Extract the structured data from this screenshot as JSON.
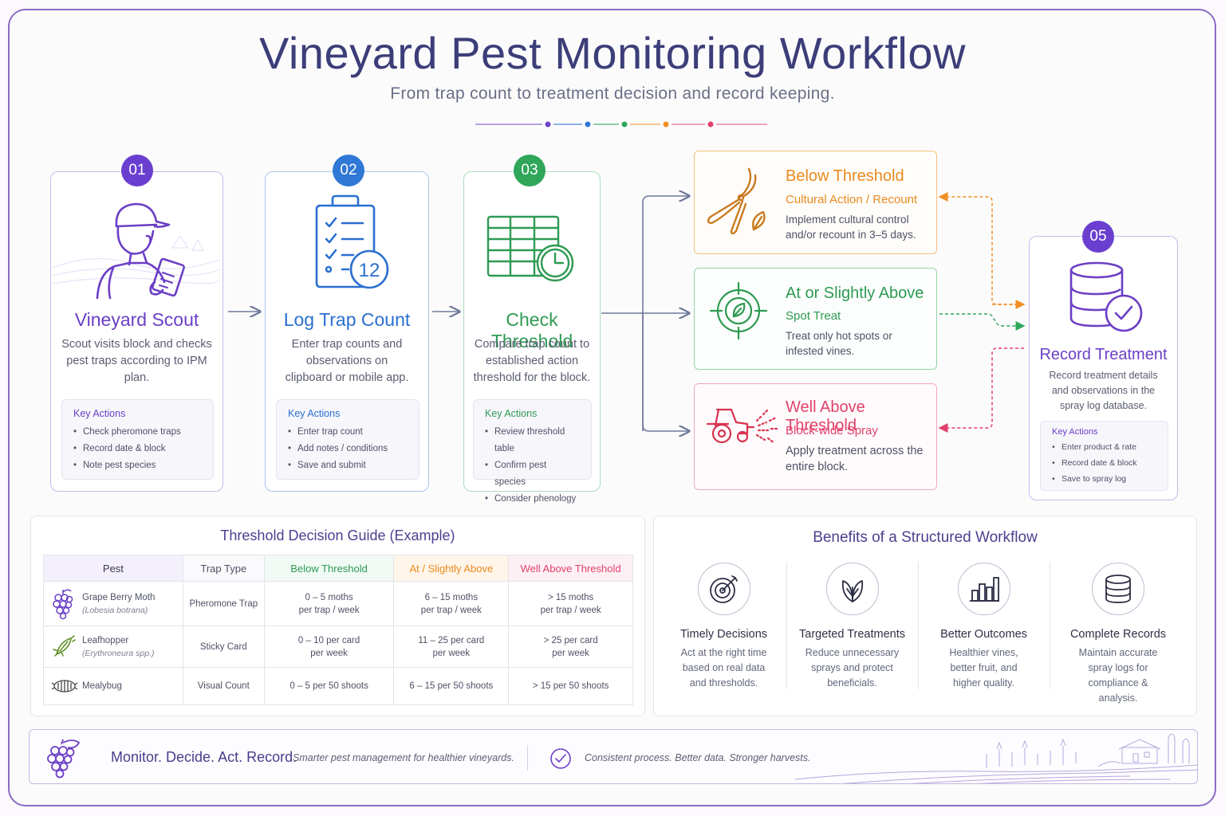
{
  "header": {
    "title": "Vineyard Pest Monitoring Workflow",
    "subtitle": "From trap count to treatment decision and record keeping."
  },
  "colors": {
    "purple": "#7b4fd0",
    "blue": "#2f78d6",
    "green": "#2fa65a",
    "orange": "#ee8f25",
    "red": "#e2416b",
    "navy": "#3b3e78"
  },
  "steps": [
    {
      "number": "01",
      "title": "Vineyard Scout",
      "icon": "scout-with-clipboard-icon",
      "description": "Scout visits block and checks pest traps according to IPM plan.",
      "key_actions_title": "Key Actions",
      "key_actions": [
        "Check pheromone traps",
        "Record date & block",
        "Note pest species"
      ]
    },
    {
      "number": "02",
      "title": "Log Trap Count",
      "icon": "clipboard-checklist-icon",
      "icon_text": "12",
      "description": "Enter trap counts and observations on clipboard or mobile app.",
      "key_actions_title": "Key Actions",
      "key_actions": [
        "Enter trap count",
        "Add notes / conditions",
        "Save and submit"
      ]
    },
    {
      "number": "03",
      "title": "Check Threshold",
      "icon": "spreadsheet-clock-icon",
      "description": "Compare trap count to established action threshold for the block.",
      "key_actions_title": "Key Actions",
      "key_actions": [
        "Review threshold table",
        "Confirm pest species",
        "Consider phenology"
      ]
    },
    {
      "number": "05",
      "title": "Record Treatment",
      "icon": "database-check-icon",
      "description": "Record treatment details and observations in the spray log database.",
      "key_actions_title": "Key Actions",
      "key_actions": [
        "Enter product & rate",
        "Record date & block",
        "Save to spray log"
      ]
    }
  ],
  "decisions": [
    {
      "title": "Below Threshold",
      "subtitle": "Cultural Action / Recount",
      "description": "Implement cultural control and/or recount in 3–5 days.",
      "icon": "pruning-shears-leaf-icon"
    },
    {
      "title": "At or Slightly Above",
      "subtitle": "Spot Treat",
      "description": "Treat only hot spots or infested vines.",
      "icon": "target-leaf-icon"
    },
    {
      "title": "Well Above Threshold",
      "subtitle": "Block-wide Spray",
      "description": "Apply treatment across the entire block.",
      "icon": "tractor-sprayer-icon"
    }
  ],
  "threshold_guide": {
    "title": "Threshold Decision Guide (Example)",
    "columns": [
      "Pest",
      "Trap Type",
      "Below Threshold",
      "At / Slightly Above",
      "Well Above Threshold"
    ],
    "rows": [
      {
        "pest": "Grape Berry Moth",
        "scientific": "(Lobesia botrana)",
        "icon": "grape-cluster-icon",
        "trap": "Pheromone Trap",
        "below": [
          "0 – 5 moths",
          "per trap / week"
        ],
        "at": [
          "6 – 15 moths",
          "per trap / week"
        ],
        "well": [
          "> 15 moths",
          "per trap / week"
        ]
      },
      {
        "pest": "Leafhopper",
        "scientific": "(Erythroneura spp.)",
        "icon": "leafhopper-icon",
        "trap": "Sticky Card",
        "below": [
          "0 – 10 per card",
          "per week"
        ],
        "at": [
          "11 – 25 per card",
          "per week"
        ],
        "well": [
          "> 25 per card",
          "per week"
        ]
      },
      {
        "pest": "Mealybug",
        "scientific": "",
        "icon": "mealybug-icon",
        "trap": "Visual Count",
        "below": [
          "0 – 5 per 50 shoots",
          ""
        ],
        "at": [
          "6 – 15 per 50 shoots",
          ""
        ],
        "well": [
          "> 15 per 50 shoots",
          ""
        ]
      }
    ]
  },
  "benefits": {
    "title": "Benefits of a Structured Workflow",
    "items": [
      {
        "title": "Timely Decisions",
        "description": "Act at the right time based on real data and thresholds.",
        "icon": "target-arrow-icon"
      },
      {
        "title": "Targeted Treatments",
        "description": "Reduce unnecessary sprays and protect beneficials.",
        "icon": "leaf-icon"
      },
      {
        "title": "Better Outcomes",
        "description": "Healthier vines, better fruit, and higher quality.",
        "icon": "bar-chart-icon"
      },
      {
        "title": "Complete Records",
        "description": "Maintain accurate spray logs for compliance & analysis.",
        "icon": "database-icon"
      }
    ]
  },
  "footer": {
    "motto": "Monitor. Decide. Act. Record.",
    "tagline": "Smarter pest management for healthier vineyards.",
    "tagline2": "Consistent process. Better data. Stronger harvests.",
    "icons": [
      "grape-cluster-icon",
      "check-circle-icon",
      "vineyard-landscape-icon"
    ]
  }
}
